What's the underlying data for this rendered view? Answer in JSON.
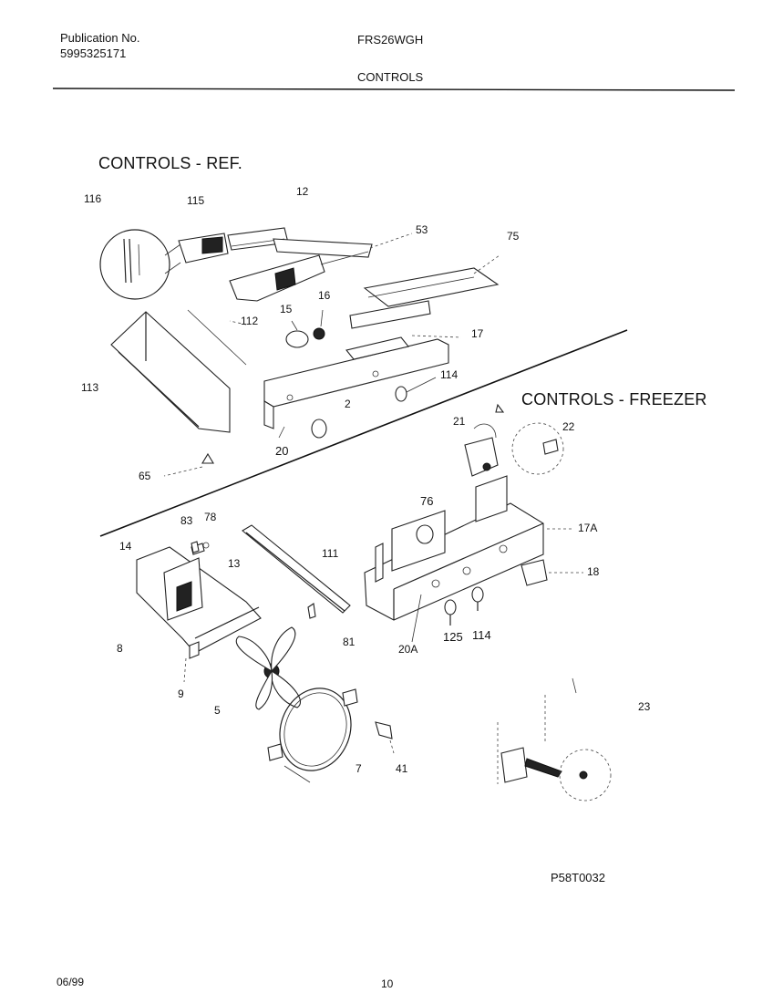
{
  "header": {
    "publication_label": "Publication No.",
    "publication_number": "5995325171",
    "model": "FRS26WGH",
    "section": "CONTROLS"
  },
  "sections": {
    "ref_title": "CONTROLS - REF.",
    "freezer_title": "CONTROLS - FREEZER"
  },
  "callouts": {
    "c116": "116",
    "c115": "115",
    "c12": "12",
    "c53": "53",
    "c75": "75",
    "c16": "16",
    "c15": "15",
    "c112": "112",
    "c17": "17",
    "c113": "113",
    "c114a": "114",
    "c2": "2",
    "c20": "20",
    "c65": "65",
    "c21": "21",
    "c22": "22",
    "c76": "76",
    "c17a": "17A",
    "c18": "18",
    "c83": "83",
    "c78": "78",
    "c14": "14",
    "c13": "13",
    "c111": "111",
    "c8": "8",
    "c81": "81",
    "c20a": "20A",
    "c125": "125",
    "c114b": "114",
    "c9": "9",
    "c5": "5",
    "c23": "23",
    "c7": "7",
    "c41": "41"
  },
  "footer": {
    "figure_code": "P58T0032",
    "date": "06/99",
    "page": "10"
  }
}
